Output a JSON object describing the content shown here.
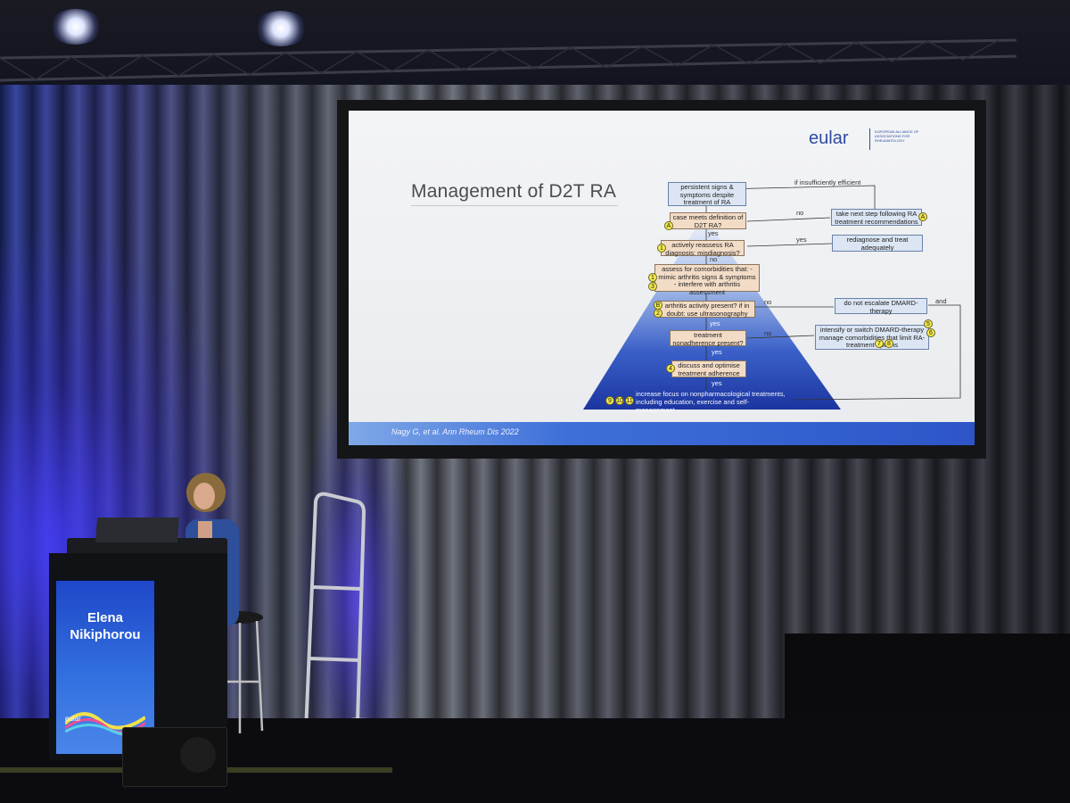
{
  "slide": {
    "title": "Management of D2T RA",
    "logo_text": "eular",
    "logo_subtext": "EUROPEAN ALLIANCE OF ASSOCIATIONS FOR RHEUMATOLOGY",
    "citation": "Nagy G, et al. Ann Rheum Dis 2022",
    "flowchart": {
      "steps": [
        {
          "text": "persistent signs & symptoms despite treatment of RA"
        },
        {
          "text": "case meets definition of D2T RA?",
          "badge": "A"
        },
        {
          "text": "actively reassess RA diagnosis: misdiagnosis?",
          "badge": "1"
        },
        {
          "text": "assess for comorbidities that: - mimic arthritis signs & symptoms - interfere with arthritis assessment",
          "badges": [
            "1",
            "3"
          ]
        },
        {
          "text": "arthritis activity present? if in doubt: use ultrasonography",
          "badges": [
            "B",
            "2"
          ]
        },
        {
          "text": "treatment nonadherence present?"
        },
        {
          "text": "discuss and optimise treatment adherence",
          "badge": "4"
        }
      ],
      "final": {
        "text": "increase focus on nonpharmacological treatments, including education, exercise and self-management",
        "badges": [
          "9",
          "10",
          "11"
        ]
      },
      "side_boxes": [
        {
          "text": "take next step following RA treatment recommendations",
          "badge": "A"
        },
        {
          "text": "rediagnose and treat adequately"
        },
        {
          "text": "do not escalate DMARD-therapy"
        },
        {
          "text": "intensify or switch DMARD-therapy manage comorbidities that limit RA-treatment options",
          "badges": [
            "5",
            "6",
            "7",
            "8"
          ]
        }
      ],
      "labels": {
        "insufficient": "if insufficiently efficient",
        "no": "no",
        "yes": "yes",
        "and": "and"
      }
    }
  },
  "podium": {
    "speaker_name_line1": "Elena",
    "speaker_name_line2": "Nikiphorou",
    "logo_text": "eular"
  }
}
